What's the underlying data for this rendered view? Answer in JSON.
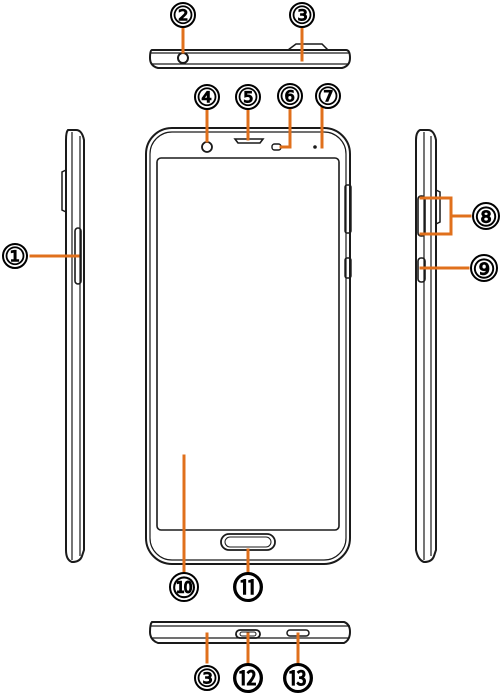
{
  "colors": {
    "leader": "#e0701c",
    "outline": "#1a1a1a",
    "fill": "#ffffff",
    "callout_ring": "#000000"
  },
  "callouts": [
    {
      "id": "c1",
      "label": "①"
    },
    {
      "id": "c2",
      "label": "②"
    },
    {
      "id": "c3",
      "label": "③"
    },
    {
      "id": "c4",
      "label": "④"
    },
    {
      "id": "c5",
      "label": "⑤"
    },
    {
      "id": "c6",
      "label": "⑥"
    },
    {
      "id": "c7",
      "label": "⑦"
    },
    {
      "id": "c8",
      "label": "⑧"
    },
    {
      "id": "c9",
      "label": "⑨"
    },
    {
      "id": "c10",
      "label": "⑩"
    },
    {
      "id": "c11",
      "label": "⑪"
    },
    {
      "id": "c12",
      "label": "⑫"
    },
    {
      "id": "c13",
      "label": "⑬"
    },
    {
      "id": "c3b",
      "label": "③"
    }
  ]
}
